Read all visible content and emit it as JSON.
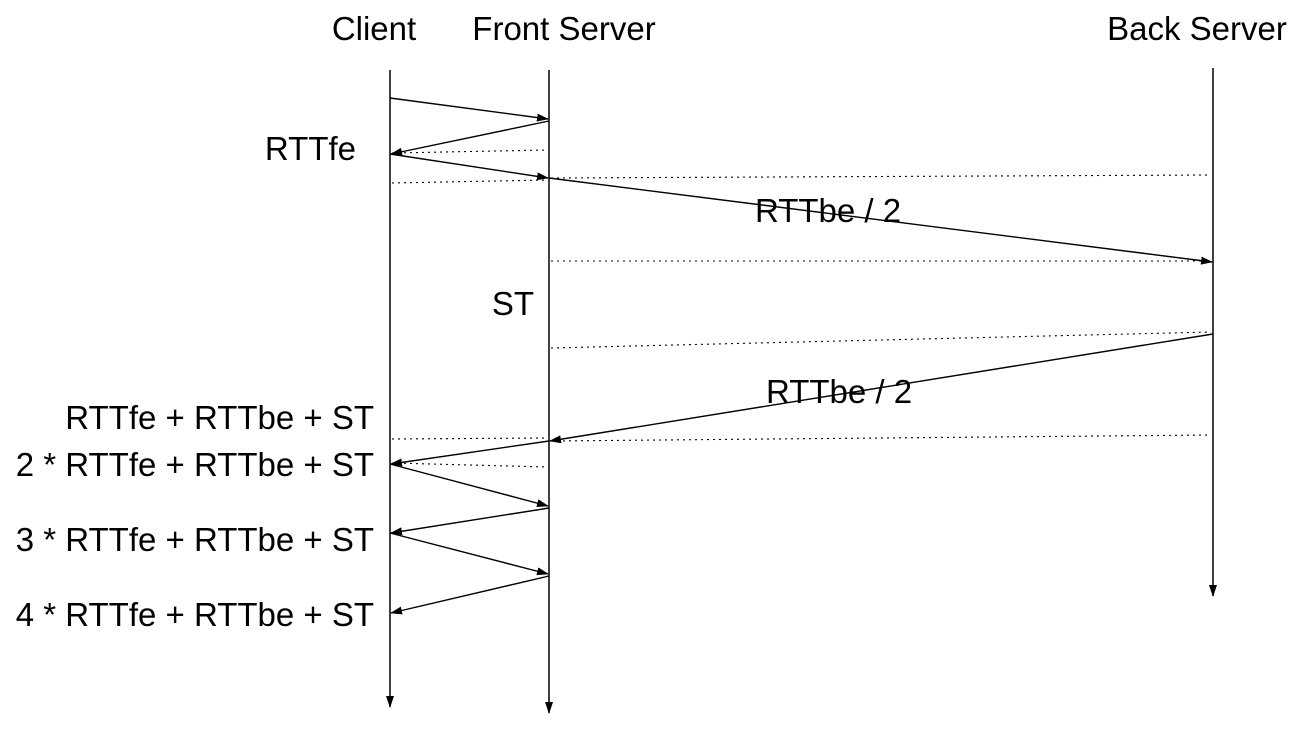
{
  "participants": [
    {
      "id": "client",
      "label": "Client"
    },
    {
      "id": "front",
      "label": "Front Server"
    },
    {
      "id": "back",
      "label": "Back Server"
    }
  ],
  "labels": {
    "rttfe": "RTTfe",
    "rttbe_half_out": "RTTbe / 2",
    "st": "ST",
    "rttbe_half_back": "RTTbe / 2",
    "t_1": "RTTfe + RTTbe + ST",
    "t_2": "2 * RTTfe + RTTbe + ST",
    "t_3": "3 * RTTfe + RTTbe + ST",
    "t_4": "4 * RTTfe + RTTbe + ST"
  }
}
